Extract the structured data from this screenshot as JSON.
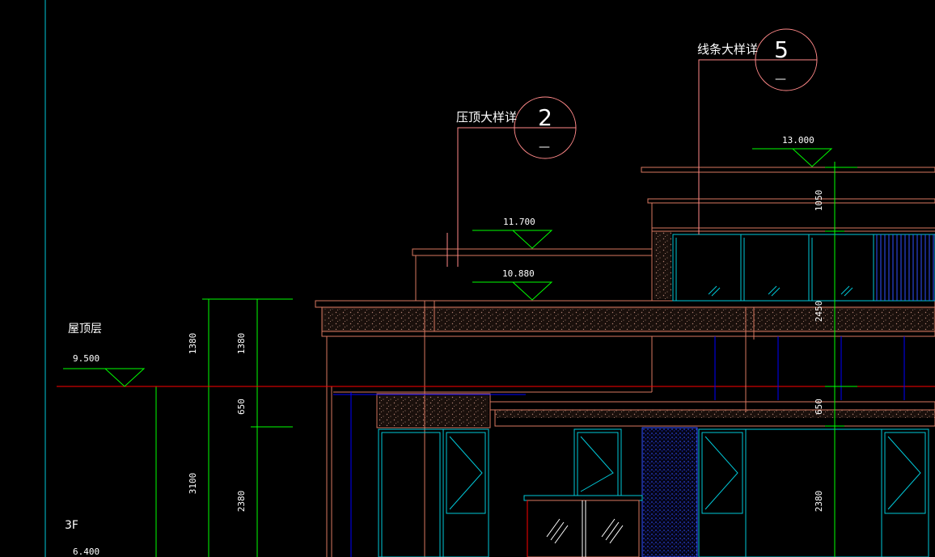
{
  "colors": {
    "background": "#000000",
    "green": "#00ff00",
    "red": "#ff0000",
    "blue": "#0000ff",
    "cyan": "#00c8d8",
    "pink": "#ff8888",
    "salmon": "#d87860",
    "white": "#ffffff"
  },
  "detail_callouts": [
    {
      "label": "压顶大样详",
      "number": "2",
      "sheet": "—"
    },
    {
      "label": "线条大样详",
      "number": "5",
      "sheet": "—"
    }
  ],
  "elevation_marks": {
    "roof_level_name": "屋顶层",
    "roof_level": "9.500",
    "top_13": "13.000",
    "parapet_11_7": "11.700",
    "parapet_10_8": "10.880",
    "floor3_name": "3F",
    "floor3_level": "6.400"
  },
  "dimensions": {
    "left_1380": "1380",
    "left_3100": "3100",
    "mid_1380": "1380",
    "mid_650": "650",
    "mid_2380": "2380",
    "right_1050": "1050",
    "right_2450": "2450",
    "right_650": "650",
    "right_2380": "2380"
  }
}
